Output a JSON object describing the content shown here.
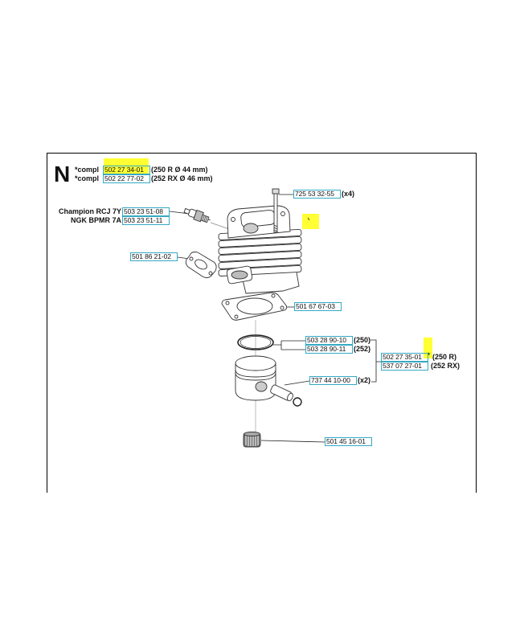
{
  "section": {
    "letter": "N"
  },
  "kits": [
    {
      "prefix": "*compl",
      "part_no": "502 27 34-01",
      "note": "(250 R  Ø 44 mm)"
    },
    {
      "prefix": "*compl",
      "part_no": "502 22 77-02",
      "note": "(252 RX  Ø 46 mm)"
    }
  ],
  "spark_plugs": [
    {
      "brand": "Champion RCJ 7Y",
      "part_no": "503 23 51-08"
    },
    {
      "brand": "NGK BPMR 7A",
      "part_no": "503 23 51-11"
    }
  ],
  "cylinder_bolt": {
    "part_no": "725 53 32-55",
    "qty": "(x4)"
  },
  "exhaust_gasket": {
    "part_no": "501 86 21-02"
  },
  "cylinder_base_gasket": {
    "part_no": "501 67 67-03"
  },
  "piston_rings": [
    {
      "part_no": "503 28 90-10",
      "model": "(250)"
    },
    {
      "part_no": "503 28 90-11",
      "model": "(252)"
    }
  ],
  "piston_assemblies": [
    {
      "part_no": "502 27 35-01",
      "marker": "*",
      "model": "(250 R)"
    },
    {
      "part_no": "537 07 27-01",
      "model": "(252 RX)"
    }
  ],
  "piston_pin": {
    "part_no": "737 44 10-00",
    "qty": "(x2)"
  },
  "needle_bearing": {
    "part_no": "501 45 16-01"
  },
  "colors": {
    "link_box_border": "#35a9c4",
    "highlight": "#ffff33",
    "frame": "#000000",
    "text": "#111111"
  }
}
